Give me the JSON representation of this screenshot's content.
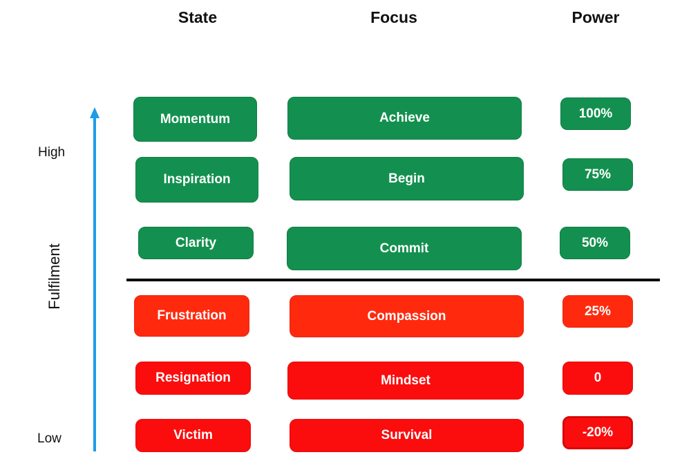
{
  "headers": {
    "state": "State",
    "focus": "Focus",
    "power": "Power"
  },
  "axis": {
    "title": "Fulfilment",
    "high": "High",
    "low": "Low"
  },
  "colors": {
    "positive": "#13904f",
    "transition": "#ff2a0e",
    "negative": "#fb0d0d",
    "arrow": "#1e9be8"
  },
  "rows": [
    {
      "state": "Momentum",
      "focus": "Achieve",
      "power": "100%"
    },
    {
      "state": "Inspiration",
      "focus": "Begin",
      "power": "75%"
    },
    {
      "state": "Clarity",
      "focus": "Commit",
      "power": "50%"
    },
    {
      "state": "Frustration",
      "focus": "Compassion",
      "power": "25%"
    },
    {
      "state": "Resignation",
      "focus": "Mindset",
      "power": "0"
    },
    {
      "state": "Victim",
      "focus": "Survival",
      "power": "-20%"
    }
  ]
}
